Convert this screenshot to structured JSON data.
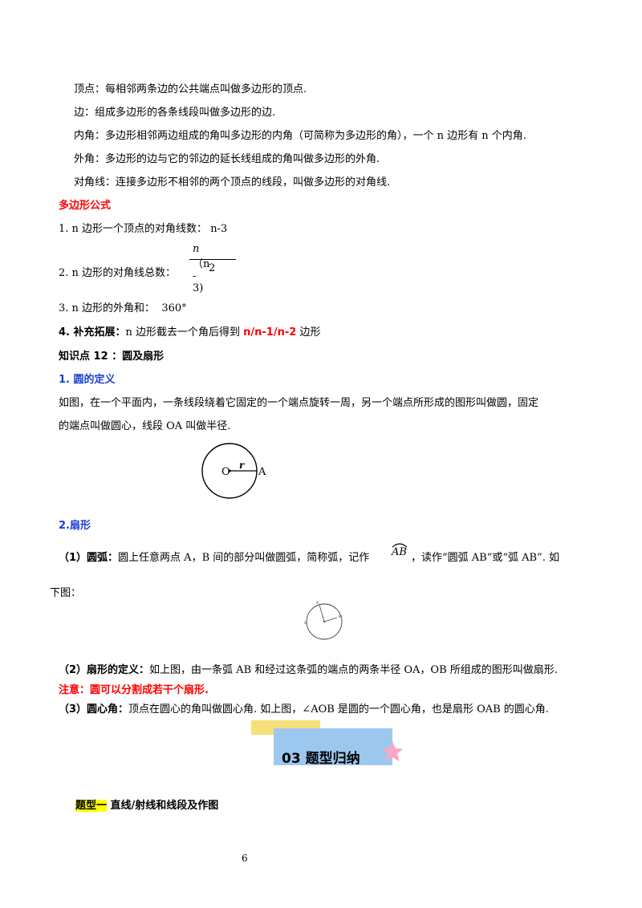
{
  "definitions": [
    {
      "term": "顶点：",
      "text": "每相邻两条边的公共端点叫做多边形的顶点."
    },
    {
      "term": "边：",
      "text": "组成多边形的各条线段叫做多边形的边."
    },
    {
      "term": "内角：",
      "text": "多边形相邻两边组成的角叫多边形的内角（可简称为多边形的角），一个 n 边形有 n 个内角."
    },
    {
      "term": "外角：",
      "text": "多边形的边与它的邻边的延长线组成的角叫做多边形的外角."
    },
    {
      "term": "对角线：",
      "text": "连接多边形不相邻的两个顶点的线段，叫做多边形的对角线."
    }
  ],
  "formula_heading": "多边形公式",
  "formula1": {
    "label": "1. n 边形一个顶点的对角线数：",
    "value": "n-3"
  },
  "formula2": {
    "label": "2. n 边形的对角线总数：",
    "num_var": "n",
    "num_rest": "（n - 3)",
    "den": "2"
  },
  "formula3": {
    "label": "3. n 边形的外角和：",
    "value": "360°"
  },
  "formula4": {
    "label": "4. 补充拓展：",
    "text": "n 边形截去一个角后得到 ",
    "highlight": "n/n-1/n-2",
    "suffix": " 边形"
  },
  "kp12_heading": "知识点 12 ：圆及扇形",
  "circle_def_heading": "1.  圆的定义",
  "circle_def_text1": "如图，在一个平面内，一条线段绕着它固定的一个端点旋转一周，另一个端点所形成的图形叫做圆，固定",
  "circle_def_text2": "的端点叫做圆心，线段 OA 叫做半径.",
  "fig1": {
    "o": "O",
    "r": "r",
    "a": "A"
  },
  "sector_heading": "2.扇形",
  "arc_label": "（1）圆弧：",
  "arc_text": "圆上任意两点 A，B 间的部分叫做圆弧，简称弧，记作",
  "arc_symbol": "AB",
  "arc_text2": "，读作“圆弧 AB”或“弧 AB”.  如",
  "arc_text3": "下图：",
  "sector_def_label": "（2）扇形的定义：",
  "sector_def_text": "如上图，由一条弧 AB 和经过这条弧的端点的两条半径 OA，OB 所组成的图形叫做扇形.",
  "note": "注意：圆可以分割成若干个扇形.",
  "central_label": "（3）圆心角：",
  "central_text": "顶点在圆心的角叫做圆心角. 如上图，∠AOB 是圆的一个圆心角，也是扇形 OAB 的圆心角.",
  "banner": "03   题型归纳",
  "topic_label": "题型一",
  "topic_text": " 直线/射线和线段及作图",
  "page_number": "6",
  "colors": {
    "red": "#ff0000",
    "blue": "#1a3fcf",
    "banner_blue": "#9cc8f0",
    "banner_yellow": "#f7e07a",
    "star_pink": "#f7a8c4"
  }
}
